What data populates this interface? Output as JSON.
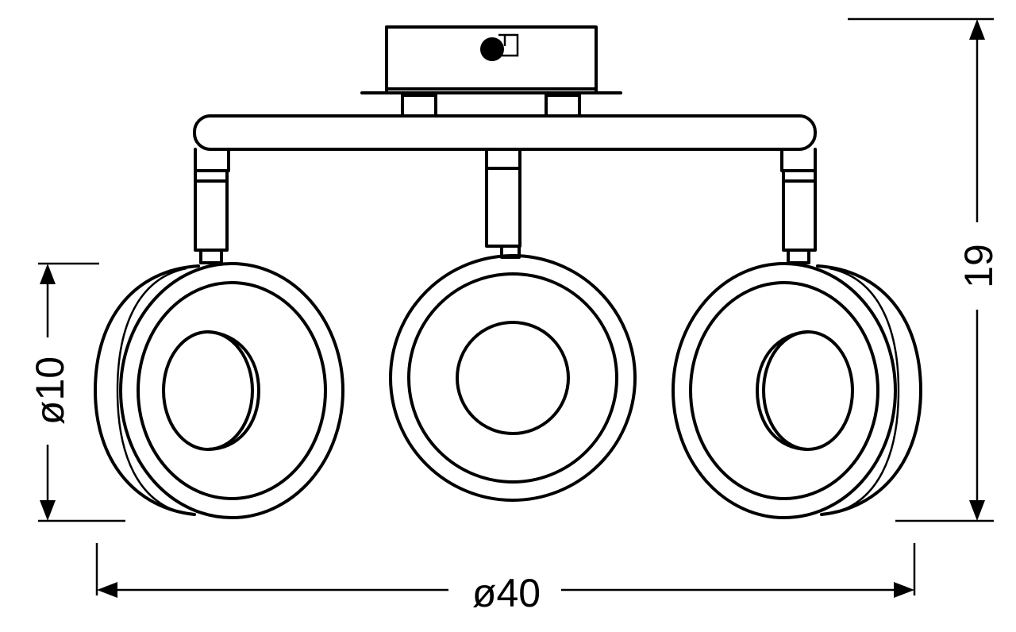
{
  "dimensions": {
    "width_label": "ø40",
    "height_label": "19",
    "spot_diameter_label": "ø10"
  },
  "colors": {
    "line": "#000000",
    "background": "#ffffff"
  }
}
